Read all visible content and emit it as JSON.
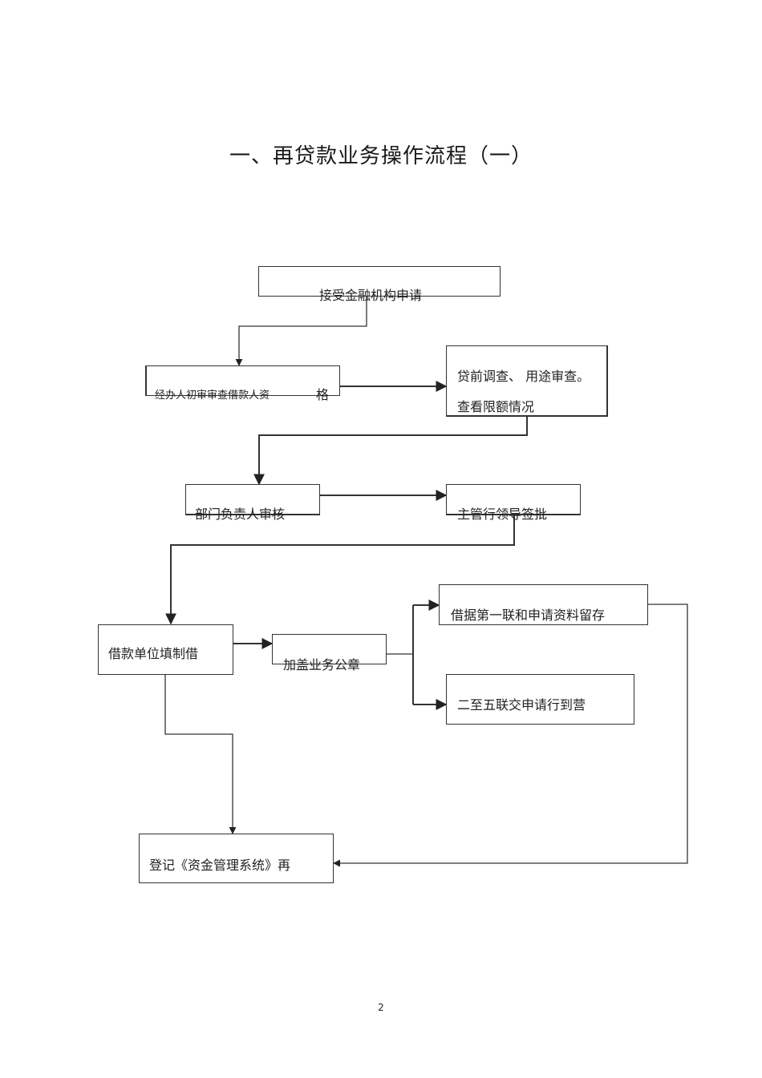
{
  "title": "一、再贷款业务操作流程（一）",
  "nodes": {
    "receive_application": "接受金融机构申请",
    "initial_review": "经办人初审审查借款人资",
    "initial_review_tail": "格",
    "pre_loan_line1": "贷前调查、 用途审查。",
    "pre_loan_line2": "查看限额情况",
    "dept_head_review": "部门负责人审核",
    "leader_approval": "主管行领导签批",
    "borrower_fill": "借款单位填制借",
    "add_seal": "加盖业务公章",
    "first_copy_archive": "借据第一联和申请资料留存",
    "copies_2_5": "二至五联交申请行到营",
    "register_system": "登记《资金管理系统》再"
  },
  "page_number": "2"
}
